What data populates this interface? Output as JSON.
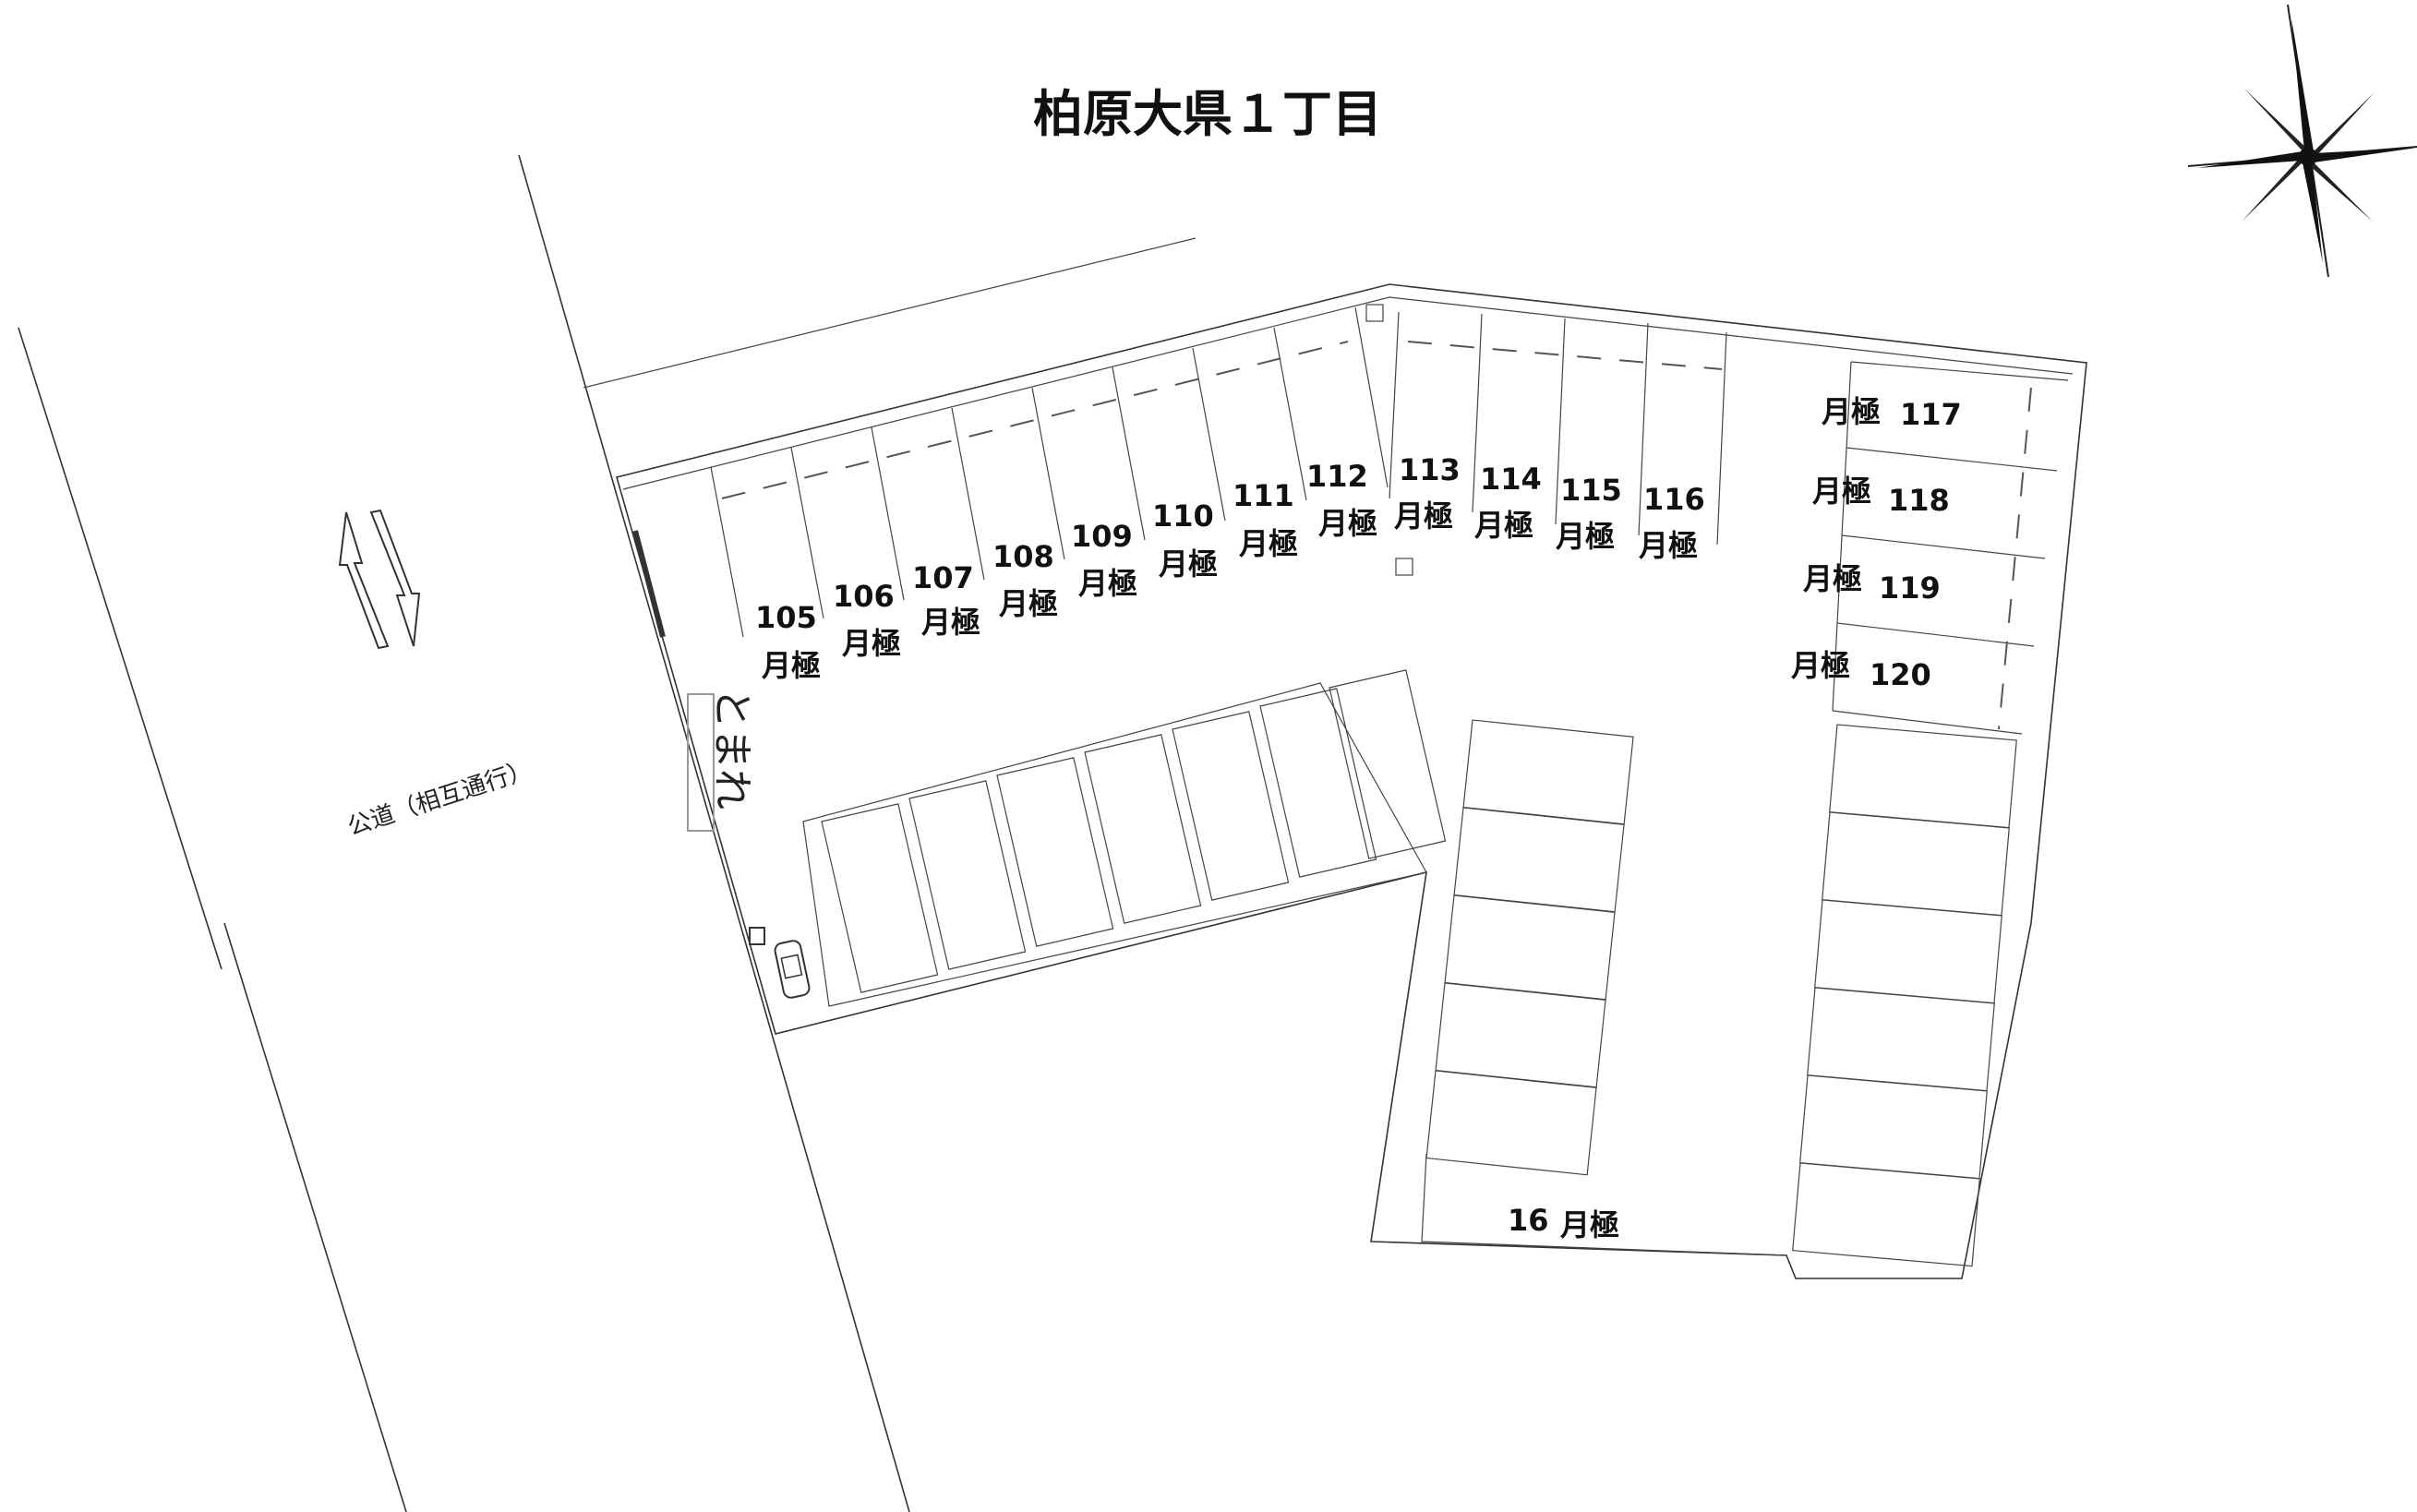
{
  "title": "柏原大県１丁目",
  "road_label": "公道（相互通行）",
  "entrance_marking": "とまれ",
  "monthly_label": "月極",
  "spaces": [
    {
      "number": "105",
      "type": "月極"
    },
    {
      "number": "106",
      "type": "月極"
    },
    {
      "number": "107",
      "type": "月極"
    },
    {
      "number": "108",
      "type": "月極"
    },
    {
      "number": "109",
      "type": "月極"
    },
    {
      "number": "110",
      "type": "月極"
    },
    {
      "number": "111",
      "type": "月極"
    },
    {
      "number": "112",
      "type": "月極"
    },
    {
      "number": "113",
      "type": "月極"
    },
    {
      "number": "114",
      "type": "月極"
    },
    {
      "number": "115",
      "type": "月極"
    },
    {
      "number": "116",
      "type": "月極"
    },
    {
      "number": "117",
      "type": "月極"
    },
    {
      "number": "118",
      "type": "月極"
    },
    {
      "number": "119",
      "type": "月極"
    },
    {
      "number": "120",
      "type": "月極"
    },
    {
      "number": "16",
      "type": "月極"
    }
  ],
  "icons": {
    "north": "compass-star-icon",
    "traffic": "two-way-arrow-icon",
    "vending": "vending-machine-icon",
    "car": "car-icon"
  }
}
